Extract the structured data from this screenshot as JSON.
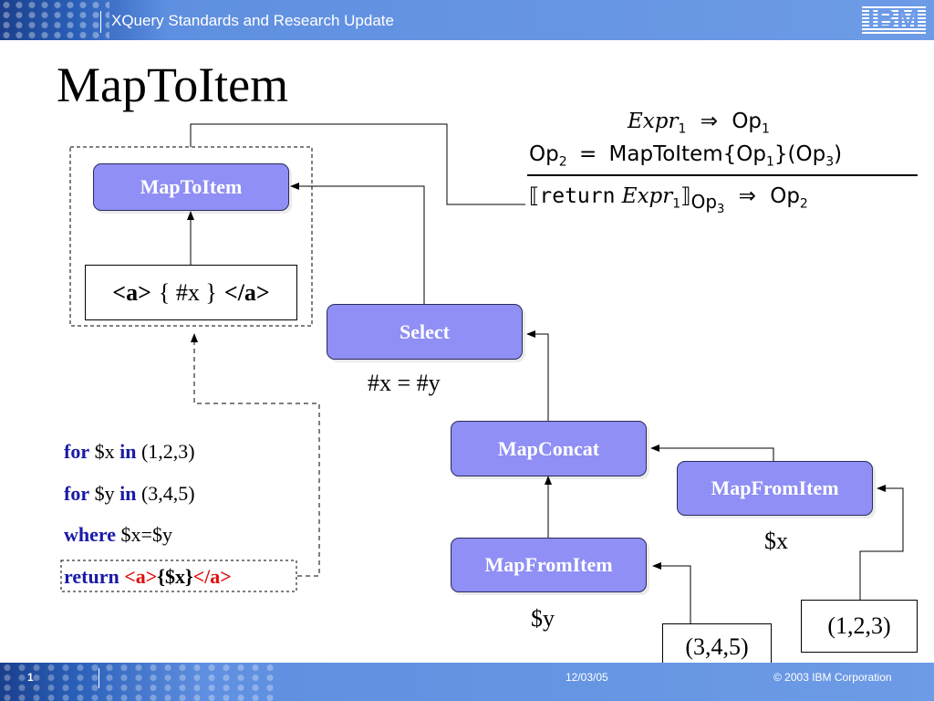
{
  "header": {
    "title": "XQuery Standards and Research Update",
    "logo": "IBM"
  },
  "footer": {
    "page": "1",
    "date": "12/03/05",
    "copyright": "© 2003 IBM Corporation"
  },
  "slide": {
    "title": "MapToItem",
    "nodes": {
      "maptoitem": "MapToItem",
      "select": "Select",
      "mapconcat": "MapConcat",
      "mapfromitem_right": "MapFromItem",
      "mapfromitem_left": "MapFromItem"
    },
    "element_box": {
      "open": "<a>",
      "body": "{ #x }",
      "close": "</a>"
    },
    "labels": {
      "select_pred": "#x = #y",
      "var_x": "$x",
      "var_y": "$y",
      "seq_right": "(1,2,3)",
      "seq_left": "(3,4,5)"
    },
    "code": {
      "line1": {
        "kw1": "for",
        "var": "$x",
        "kw2": "in",
        "seq": "(1,2,3)"
      },
      "line2": {
        "kw1": "for",
        "var": "$y",
        "kw2": "in",
        "seq": "(3,4,5)"
      },
      "line3": {
        "kw1": "where",
        "cond": "$x=$y"
      },
      "line4": {
        "kw1": "return",
        "open": "<a>",
        "lb": "{",
        "var": "$x",
        "rb": "}",
        "close": "</a>"
      }
    },
    "formula": {
      "l1_expr": "Expr",
      "l1_sub": "1",
      "l1_arrow": "⇒",
      "l1_op": "Op",
      "l1_opsub": "1",
      "l2_op": "Op",
      "l2_opsub": "2",
      "l2_eq": "=",
      "l2_fn": "MapToItem",
      "l2_lb": "{",
      "l2_arg": "Op",
      "l2_argsub": "1",
      "l2_rb": "}",
      "l2_par_open": "(",
      "l2_par_op": "Op",
      "l2_par_sub": "3",
      "l2_par_close": ")",
      "l3_lbr": "⟦",
      "l3_return": "return",
      "l3_expr": "Expr",
      "l3_sub": "1",
      "l3_rbr": "⟧",
      "l3_ctx": "Op",
      "l3_ctxsub": "3",
      "l3_arrow": "⇒",
      "l3_op": "Op",
      "l3_opsub": "2"
    },
    "colors": {
      "node_fill": "#8f8ff5",
      "keyword": "#1a1aa8",
      "tag": "#e01010"
    }
  }
}
